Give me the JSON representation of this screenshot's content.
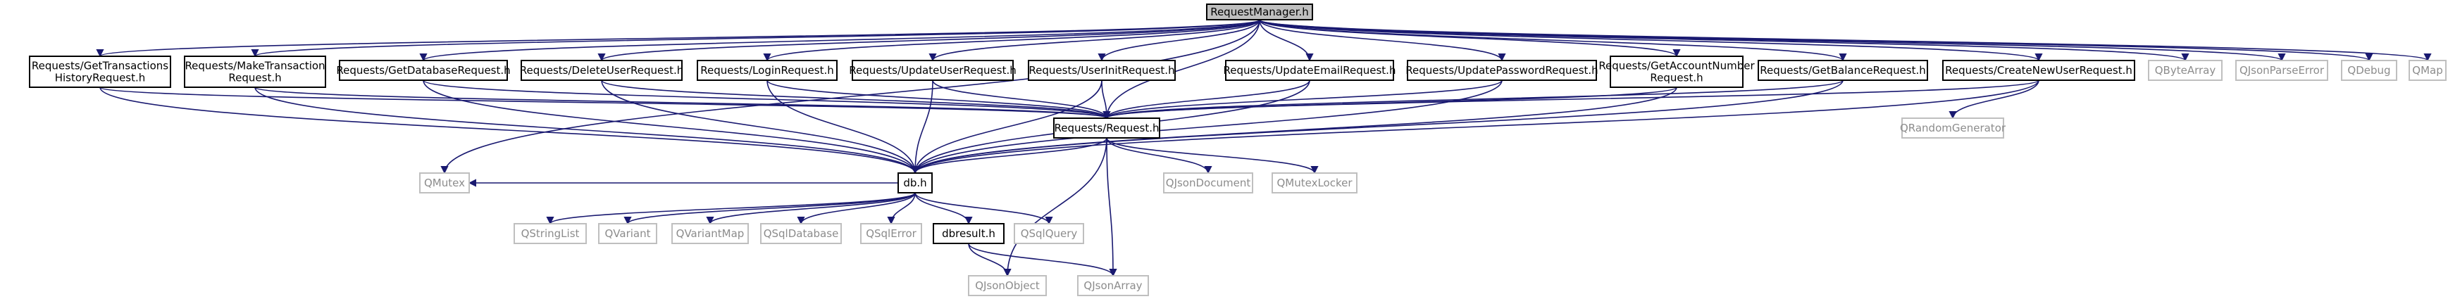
{
  "colors": {
    "root_fill": "#bfbfbf",
    "node_border": "#000000",
    "system_border": "#bfbfbf",
    "system_text": "#8c8c8c",
    "include_edge": "#191970",
    "text": "#000000"
  },
  "graph": {
    "root": "RequestManager.h",
    "nodes": [
      {
        "id": "rm",
        "lines": [
          "RequestManager.h"
        ],
        "kind": "root"
      },
      {
        "id": "gth",
        "lines": [
          "Requests/GetTransactions",
          "HistoryRequest.h"
        ],
        "kind": "local"
      },
      {
        "id": "mtr",
        "lines": [
          "Requests/MakeTransaction",
          "Request.h"
        ],
        "kind": "local"
      },
      {
        "id": "gdb",
        "lines": [
          "Requests/GetDatabaseRequest.h"
        ],
        "kind": "local"
      },
      {
        "id": "dur",
        "lines": [
          "Requests/DeleteUserRequest.h"
        ],
        "kind": "local"
      },
      {
        "id": "lr",
        "lines": [
          "Requests/LoginRequest.h"
        ],
        "kind": "local"
      },
      {
        "id": "uur",
        "lines": [
          "Requests/UpdateUserRequest.h"
        ],
        "kind": "local"
      },
      {
        "id": "uir",
        "lines": [
          "Requests/UserInitRequest.h"
        ],
        "kind": "local"
      },
      {
        "id": "uer",
        "lines": [
          "Requests/UpdateEmailRequest.h"
        ],
        "kind": "local"
      },
      {
        "id": "upr",
        "lines": [
          "Requests/UpdatePasswordRequest.h"
        ],
        "kind": "local"
      },
      {
        "id": "gan",
        "lines": [
          "Requests/GetAccountNumber",
          "Request.h"
        ],
        "kind": "local"
      },
      {
        "id": "gbr",
        "lines": [
          "Requests/GetBalanceRequest.h"
        ],
        "kind": "local"
      },
      {
        "id": "cnu",
        "lines": [
          "Requests/CreateNewUserRequest.h"
        ],
        "kind": "local"
      },
      {
        "id": "qba",
        "lines": [
          "QByteArray"
        ],
        "kind": "system"
      },
      {
        "id": "qjpe",
        "lines": [
          "QJsonParseError"
        ],
        "kind": "system"
      },
      {
        "id": "qdbg",
        "lines": [
          "QDebug"
        ],
        "kind": "system"
      },
      {
        "id": "qmap",
        "lines": [
          "QMap"
        ],
        "kind": "system"
      },
      {
        "id": "req",
        "lines": [
          "Requests/Request.h"
        ],
        "kind": "local"
      },
      {
        "id": "qrg",
        "lines": [
          "QRandomGenerator"
        ],
        "kind": "system"
      },
      {
        "id": "qmtx",
        "lines": [
          "QMutex"
        ],
        "kind": "system"
      },
      {
        "id": "qjd",
        "lines": [
          "QJsonDocument"
        ],
        "kind": "system"
      },
      {
        "id": "qml",
        "lines": [
          "QMutexLocker"
        ],
        "kind": "system"
      },
      {
        "id": "db",
        "lines": [
          "db.h"
        ],
        "kind": "local"
      },
      {
        "id": "qsl",
        "lines": [
          "QStringList"
        ],
        "kind": "system"
      },
      {
        "id": "qv",
        "lines": [
          "QVariant"
        ],
        "kind": "system"
      },
      {
        "id": "qvm",
        "lines": [
          "QVariantMap"
        ],
        "kind": "system"
      },
      {
        "id": "qsdb",
        "lines": [
          "QSqlDatabase"
        ],
        "kind": "system"
      },
      {
        "id": "qse",
        "lines": [
          "QSqlError"
        ],
        "kind": "system"
      },
      {
        "id": "dbr",
        "lines": [
          "dbresult.h"
        ],
        "kind": "local"
      },
      {
        "id": "qsq",
        "lines": [
          "QSqlQuery"
        ],
        "kind": "system"
      },
      {
        "id": "qjo",
        "lines": [
          "QJsonObject"
        ],
        "kind": "system"
      },
      {
        "id": "qja",
        "lines": [
          "QJsonArray"
        ],
        "kind": "system"
      }
    ],
    "edges": [
      [
        "rm",
        "gth"
      ],
      [
        "rm",
        "mtr"
      ],
      [
        "rm",
        "gdb"
      ],
      [
        "rm",
        "dur"
      ],
      [
        "rm",
        "lr"
      ],
      [
        "rm",
        "uur"
      ],
      [
        "rm",
        "uir"
      ],
      [
        "rm",
        "uer"
      ],
      [
        "rm",
        "upr"
      ],
      [
        "rm",
        "gan"
      ],
      [
        "rm",
        "gbr"
      ],
      [
        "rm",
        "cnu"
      ],
      [
        "rm",
        "qba"
      ],
      [
        "rm",
        "qjpe"
      ],
      [
        "rm",
        "qdbg"
      ],
      [
        "rm",
        "qmap"
      ],
      [
        "rm",
        "req"
      ],
      [
        "rm",
        "qmtx"
      ],
      [
        "gth",
        "req"
      ],
      [
        "gth",
        "db"
      ],
      [
        "mtr",
        "req"
      ],
      [
        "mtr",
        "db"
      ],
      [
        "gdb",
        "req"
      ],
      [
        "gdb",
        "db"
      ],
      [
        "dur",
        "req"
      ],
      [
        "dur",
        "db"
      ],
      [
        "lr",
        "req"
      ],
      [
        "lr",
        "db"
      ],
      [
        "uur",
        "req"
      ],
      [
        "uur",
        "db"
      ],
      [
        "uir",
        "req"
      ],
      [
        "uir",
        "db"
      ],
      [
        "uer",
        "req"
      ],
      [
        "uer",
        "db"
      ],
      [
        "upr",
        "req"
      ],
      [
        "upr",
        "db"
      ],
      [
        "gan",
        "req"
      ],
      [
        "gan",
        "db"
      ],
      [
        "gbr",
        "req"
      ],
      [
        "gbr",
        "db"
      ],
      [
        "cnu",
        "req"
      ],
      [
        "cnu",
        "qrg"
      ],
      [
        "cnu",
        "db"
      ],
      [
        "req",
        "db"
      ],
      [
        "req",
        "qjd"
      ],
      [
        "req",
        "qml"
      ],
      [
        "req",
        "qjo"
      ],
      [
        "req",
        "qja"
      ],
      [
        "db",
        "qmtx"
      ],
      [
        "db",
        "qsl"
      ],
      [
        "db",
        "qv"
      ],
      [
        "db",
        "qvm"
      ],
      [
        "db",
        "qsdb"
      ],
      [
        "db",
        "qse"
      ],
      [
        "db",
        "dbr"
      ],
      [
        "db",
        "qsq"
      ],
      [
        "dbr",
        "qjo"
      ],
      [
        "dbr",
        "qja"
      ]
    ]
  }
}
